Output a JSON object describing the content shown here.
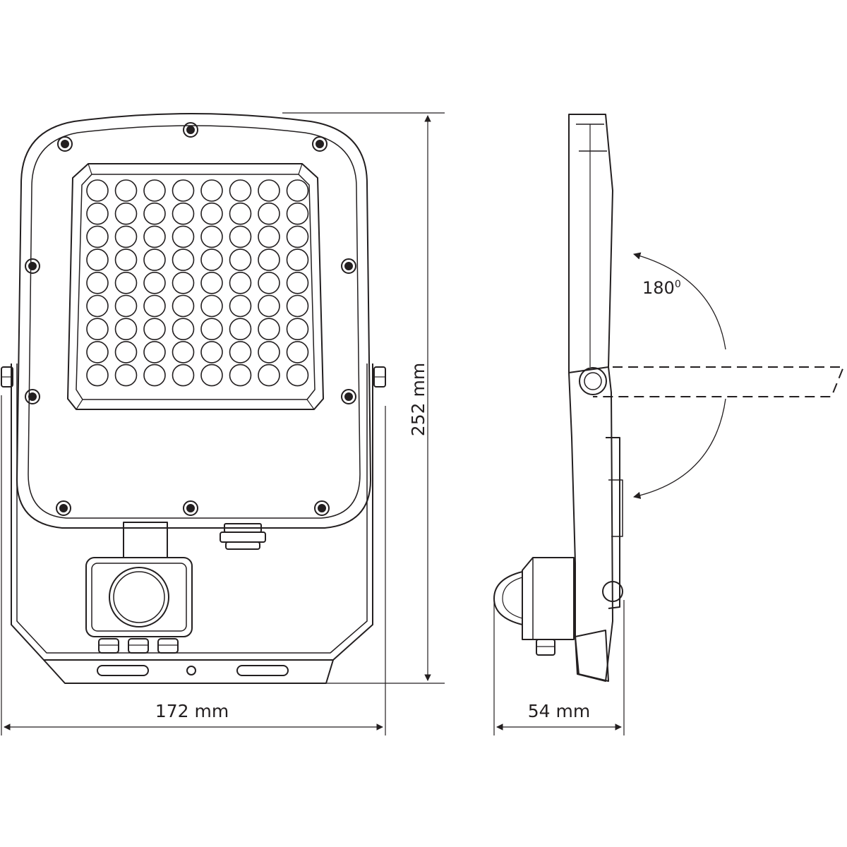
{
  "dimensions": {
    "width_label": "172 mm",
    "height_label": "252 mm",
    "depth_label": "54 mm"
  },
  "rotation": {
    "angle_value": "180",
    "angle_suffix": "0"
  },
  "led_grid": {
    "columns": 8,
    "rows": 9
  },
  "colors": {
    "line": "#231f20",
    "background": "#ffffff"
  },
  "icons": {
    "screw": "screw-icon",
    "led": "led-lens-icon",
    "motion_sensor": "motion-sensor-icon",
    "cable_gland": "cable-gland-icon"
  }
}
